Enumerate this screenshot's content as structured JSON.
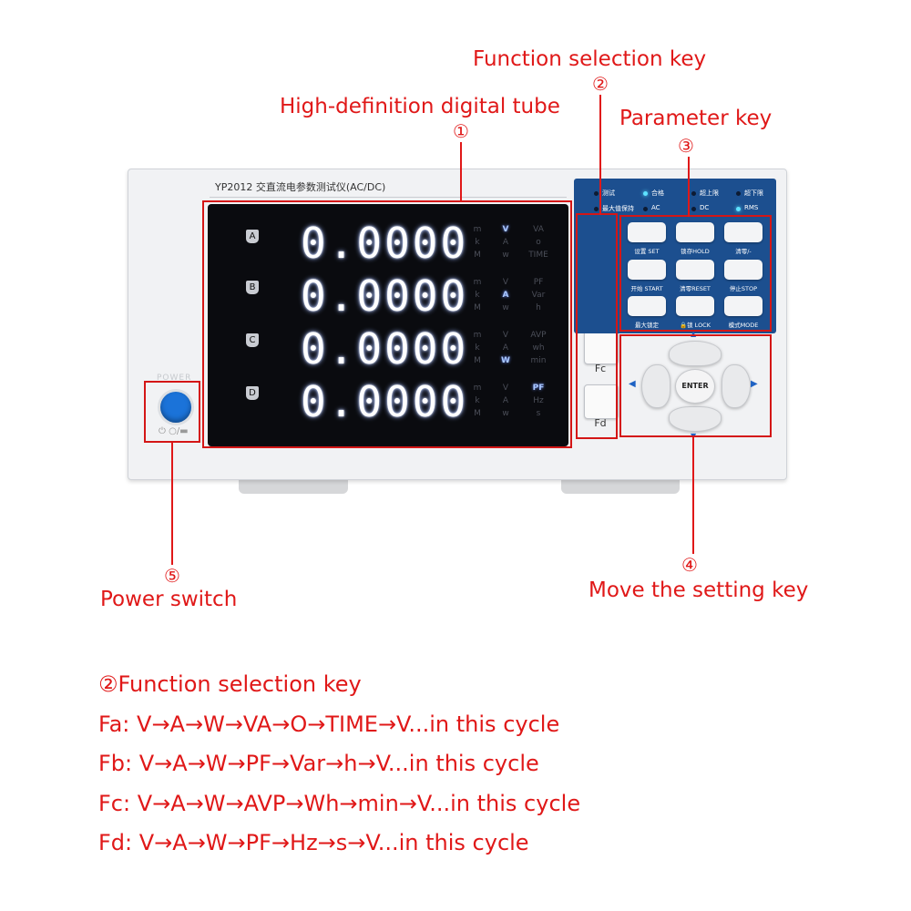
{
  "callouts": {
    "function_key": {
      "label": "Function selection key",
      "number": "②"
    },
    "digital_tube": {
      "label": "High-definition digital tube",
      "number": "①"
    },
    "parameter_key": {
      "label": "Parameter key",
      "number": "③"
    },
    "move_key": {
      "label": "Move the setting key",
      "number": "④"
    },
    "power_switch": {
      "label": "Power switch",
      "number": "⑤"
    }
  },
  "device": {
    "model": "YP2012 交直流电参数测试仪(AC/DC)",
    "channels": [
      {
        "id": "A",
        "value": "0.0000",
        "units": [
          [
            "m",
            "V",
            "VA"
          ],
          [
            "k",
            "A",
            "o"
          ],
          [
            "M",
            "w",
            "TIME"
          ]
        ],
        "active": "V"
      },
      {
        "id": "B",
        "value": "0.0000",
        "units": [
          [
            "m",
            "V",
            "PF"
          ],
          [
            "k",
            "A",
            "Var"
          ],
          [
            "M",
            "w",
            "h"
          ]
        ],
        "active": "A"
      },
      {
        "id": "C",
        "value": "0.0000",
        "units": [
          [
            "m",
            "V",
            "AVP"
          ],
          [
            "k",
            "A",
            "wh"
          ],
          [
            "M",
            "W",
            "min"
          ]
        ],
        "active": "W"
      },
      {
        "id": "D",
        "value": "0.0000",
        "units": [
          [
            "m",
            "V",
            "PF"
          ],
          [
            "k",
            "A",
            "Hz"
          ],
          [
            "M",
            "w",
            "s"
          ]
        ],
        "active": "PF"
      }
    ],
    "function_keys": [
      "Fa",
      "Fb",
      "Fc",
      "Fd"
    ],
    "indicators": [
      {
        "label": "测试",
        "on": false
      },
      {
        "label": "合格",
        "on": true
      },
      {
        "label": "超上限",
        "on": false
      },
      {
        "label": "超下限",
        "on": false
      },
      {
        "label": "最大值保持",
        "on": false
      },
      {
        "label": "AC",
        "on": false
      },
      {
        "label": "DC",
        "on": false
      },
      {
        "label": "RMS",
        "on": true
      }
    ],
    "param_keys": [
      "设置 SET",
      "锁存HOLD",
      "清零/-",
      "开始 START",
      "清零RESET",
      "停止STOP",
      "最大锁定",
      "🔒锁 LOCK",
      "模式MODE"
    ],
    "enter_label": "ENTER",
    "power_marks": "POWER"
  },
  "description": {
    "heading": "②Function selection key",
    "lines": [
      "Fa: V→A→W→VA→O→TIME→V...in this cycle",
      "Fb: V→A→W→PF→Var→h→V...in this cycle",
      "Fc: V→A→W→AVP→Wh→min→V...in this cycle",
      "Fd: V→A→W→PF→Hz→s→V...in this cycle"
    ]
  },
  "colors": {
    "annotation": "#e01818",
    "panel_blue": "#1c4f8f",
    "power_blue": "#1b73d9"
  }
}
